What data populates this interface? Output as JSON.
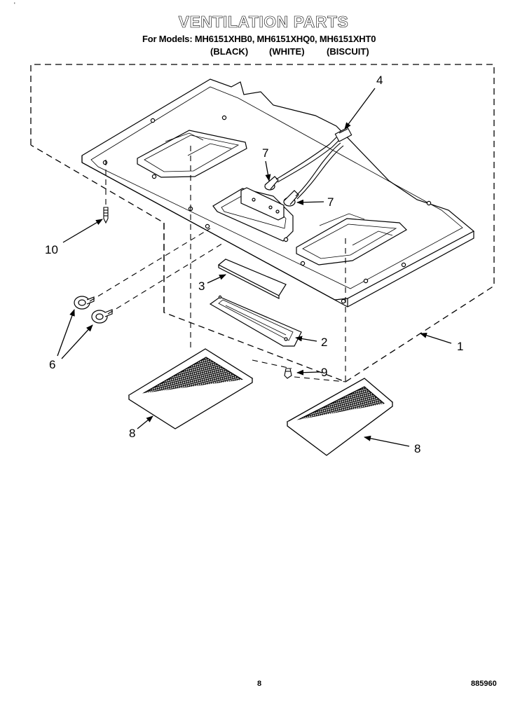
{
  "header": {
    "title": "VENTILATION PARTS",
    "models_line": "For Models: MH6151XHB0, MH6151XHQ0, MH6151XHT0",
    "color_black": "(BLACK)",
    "color_white": "(WHITE)",
    "color_biscuit": "(BISCUIT)"
  },
  "callouts": {
    "part_1": "1",
    "part_2": "2",
    "part_3": "3",
    "part_4": "4",
    "part_6": "6",
    "part_7_left": "7",
    "part_7_right": "7",
    "part_8_left": "8",
    "part_8_right": "8",
    "part_9": "9",
    "part_10": "10"
  },
  "footer": {
    "page_number": "8",
    "doc_code": "885960"
  },
  "mark": {
    "corner_tick": "'"
  },
  "colors": {
    "ink": "#000000",
    "paper": "#ffffff"
  }
}
